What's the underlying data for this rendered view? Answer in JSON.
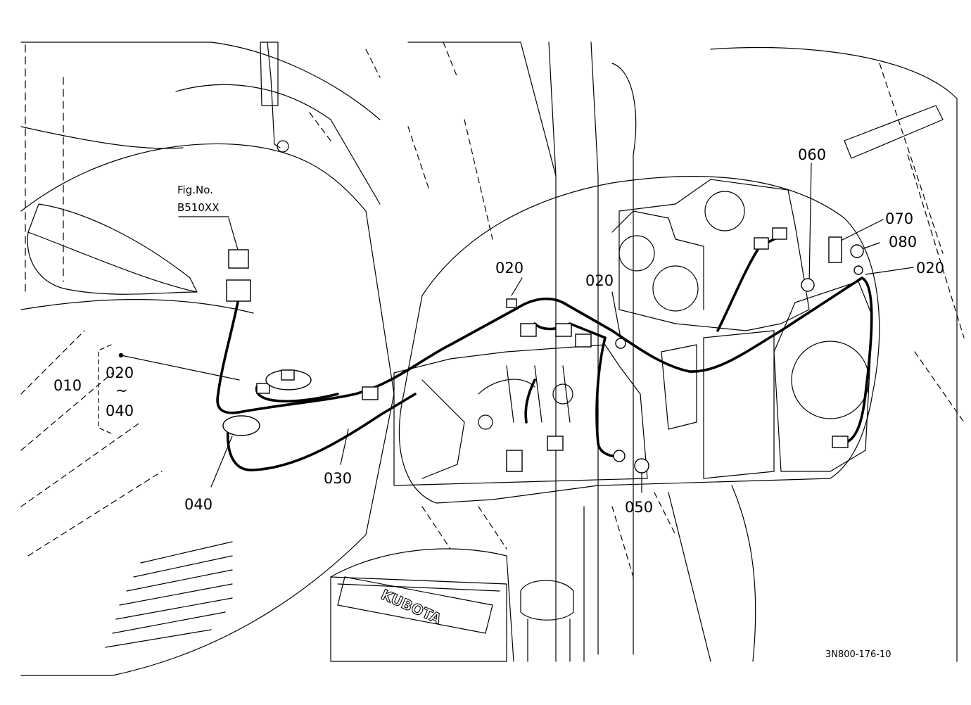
{
  "labels": {
    "c010": "010",
    "c020_range_start": "020",
    "tilde": "~",
    "c040_range_end": "040",
    "c020_a": "020",
    "c020_b": "020",
    "c020_c": "020",
    "c030": "030",
    "c040": "040",
    "c050": "050",
    "c060": "060",
    "c070": "070",
    "c080": "080"
  },
  "reference": {
    "fig_label": "Fig.No.",
    "fig_number": "B510XX"
  },
  "drawing_code": "3N800-176-10",
  "brand_text": "KUBOTA",
  "colors": {
    "line": "#000000",
    "background": "#ffffff"
  }
}
